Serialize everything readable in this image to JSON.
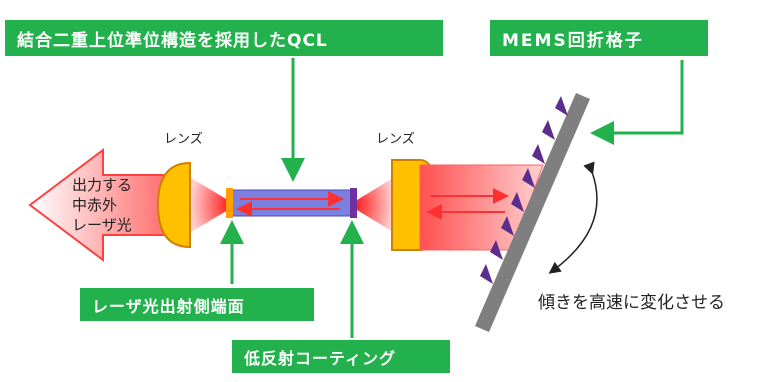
{
  "callouts": {
    "qcl": "結合二重上位準位構造を採用したQCL",
    "mems": "MEMS回折格子",
    "facet": "レーザ光出射側端面",
    "coating": "低反射コーティング"
  },
  "labels": {
    "lens_left": "レンズ",
    "lens_right": "レンズ",
    "output_line1": "出力する",
    "output_line2": "中赤外",
    "output_line3": "レーザ光",
    "tilt": "傾きを高速に変化させる"
  },
  "colors": {
    "callout_bg": "#22b14c",
    "lens": "#ffc000",
    "beam": "#ff4040",
    "laser_body": "#7b7fe0",
    "grating": "#7f7f7f",
    "grating_teeth": "#5b2d8e"
  }
}
